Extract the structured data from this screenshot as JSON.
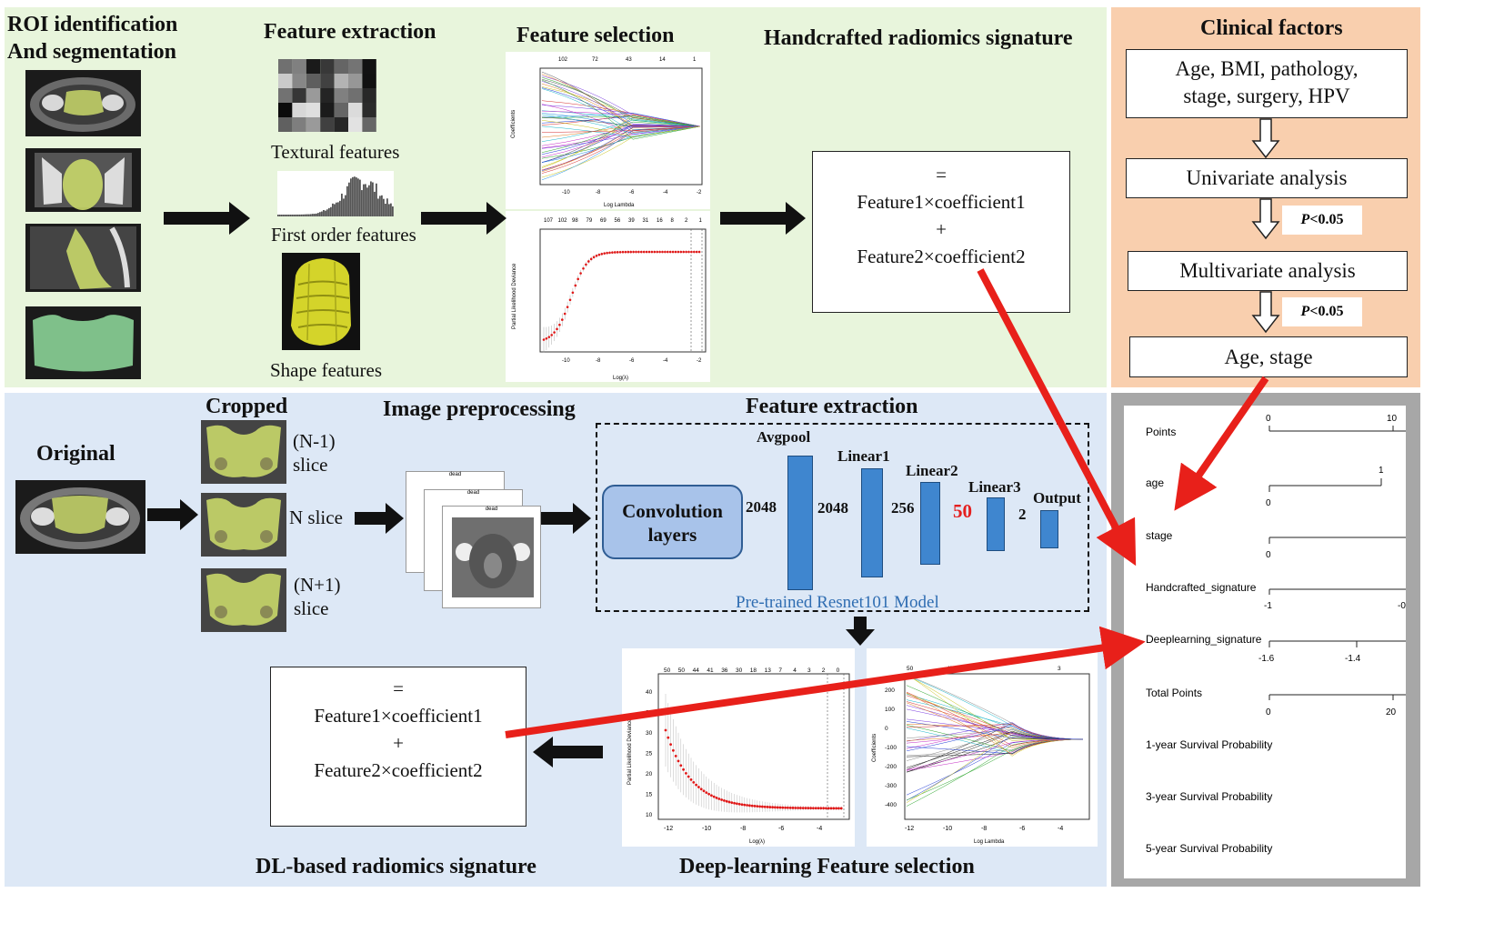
{
  "colors": {
    "green_panel": "#e8f5dc",
    "orange_panel": "#f9cfae",
    "blue_panel": "#dde8f6",
    "gray_panel": "#a7a7a7",
    "red_arrow": "#e8201a",
    "layer_blue": "#3f86cf",
    "conv_fill": "#a8c3ea"
  },
  "top": {
    "roi_title_l1": "ROI identification",
    "roi_title_l2": "And segmentation",
    "feature_extraction_title": "Feature extraction",
    "textural_label": "Textural features",
    "first_order_label": "First order features",
    "shape_label": "Shape features",
    "feature_selection_title": "Feature selection",
    "handcrafted_title": "Handcrafted radiomics signature",
    "lasso_top_ticks": [
      "102",
      "72",
      "43",
      "14",
      "1"
    ],
    "lasso_top_xticks": [
      "-10",
      "-8",
      "-6",
      "-4",
      "-2"
    ],
    "lasso_top_ylabel": "Coefficients",
    "lasso_top_xlabel": "Log Lambda",
    "cv_top_ticks": [
      "107",
      "102",
      "98",
      "79",
      "69",
      "56",
      "39",
      "31",
      "16",
      "8",
      "2",
      "1"
    ],
    "cv_xticks": [
      "-10",
      "-8",
      "-6",
      "-4",
      "-2"
    ],
    "cv_ylabel": "Partial Likelihood Deviance",
    "cv_xlabel": "Log(λ)",
    "formula_eq": "=",
    "formula_line1": "Feature1×coefficient1",
    "formula_plus": "+",
    "formula_line2": "Feature2×coefficient2"
  },
  "clinical": {
    "title": "Clinical factors",
    "factors_l1": "Age, BMI, pathology,",
    "factors_l2": "stage, surgery, HPV",
    "univariate": "Univariate analysis",
    "p1_letter": "P",
    "p1_rest": "<0.05",
    "multivariate": "Multivariate analysis",
    "p2_letter": "P",
    "p2_rest": "<0.05",
    "result": "Age, stage"
  },
  "bottom": {
    "original_label": "Original",
    "cropped_title": "Cropped",
    "slice_n_minus_1_a": "(N-1)",
    "slice_n_minus_1_b": "slice",
    "slice_n": "N slice",
    "slice_n_plus_1_a": "(N+1)",
    "slice_n_plus_1_b": "slice",
    "preprocessing_title": "Image preprocessing",
    "stack_label": "dead",
    "feature_extraction_title": "Feature extraction",
    "conv_l1": "Convolution",
    "conv_l2": "layers",
    "avgpool": "Avgpool",
    "linear1": "Linear1",
    "linear2": "Linear2",
    "linear3": "Linear3",
    "output": "Output",
    "dims": [
      "2048",
      "2048",
      "256",
      "50",
      "2"
    ],
    "model_caption": "Pre-trained Resnet101 Model",
    "dl_title": "DL-based radiomics signature",
    "dl_selection_title": "Deep-learning Feature selection",
    "formula_eq": "=",
    "formula_line1": "Feature1×coefficient1",
    "formula_plus": "+",
    "formula_line2": "Feature2×coefficient2",
    "cv_bottom_ticks": [
      "50",
      "50",
      "44",
      "41",
      "36",
      "30",
      "18",
      "13",
      "7",
      "4",
      "3",
      "2",
      "0"
    ],
    "cv_bottom_xticks": [
      "-12",
      "-10",
      "-8",
      "-6",
      "-4"
    ],
    "cv_bottom_yticks": [
      "40",
      "35",
      "30",
      "25",
      "20",
      "15",
      "10"
    ],
    "cv_bottom_ylabel": "Partial Likelihood Deviance",
    "cv_bottom_xlabel": "Log(λ)",
    "lasso_bottom_ticks": [
      "50",
      "45",
      "3"
    ],
    "lasso_bottom_xticks": [
      "-12",
      "-10",
      "-8",
      "-6",
      "-4"
    ],
    "lasso_bottom_yticks": [
      "200",
      "100",
      "0",
      "-100",
      "-200",
      "-300",
      "-400"
    ],
    "lasso_bottom_ylabel": "Coefficients",
    "lasso_bottom_xlabel": "Log Lambda"
  },
  "nomogram": {
    "rows": [
      "Points",
      "age",
      "stage",
      "Handcrafted_signature",
      "Deeplearning_signature",
      "Total Points",
      "1-year Survival Probability",
      "3-year Survival Probability",
      "5-year Survival Probability"
    ],
    "points_ticks": [
      "0",
      "10"
    ],
    "age_ticks": [
      "1",
      "0"
    ],
    "stage_ticks": [
      "0"
    ],
    "hand_ticks": [
      "-1",
      "-0"
    ],
    "deep_ticks": [
      "-1.6",
      "-1.4"
    ],
    "total_ticks": [
      "0",
      "20"
    ]
  }
}
